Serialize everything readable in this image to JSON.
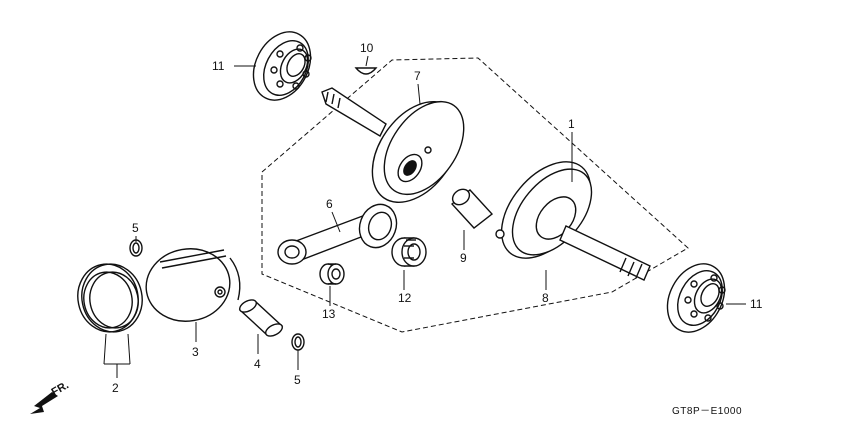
{
  "diagram": {
    "callouts": {
      "p1": "1",
      "p2": "2",
      "p3": "3",
      "p4": "4",
      "p5a": "5",
      "p5b": "5",
      "p6": "6",
      "p7": "7",
      "p8": "8",
      "p9": "9",
      "p10": "10",
      "p11a": "11",
      "p11b": "11",
      "p12": "12",
      "p13": "13"
    },
    "direction_label": "FR.",
    "diagram_code": "GT8P－E1000"
  }
}
